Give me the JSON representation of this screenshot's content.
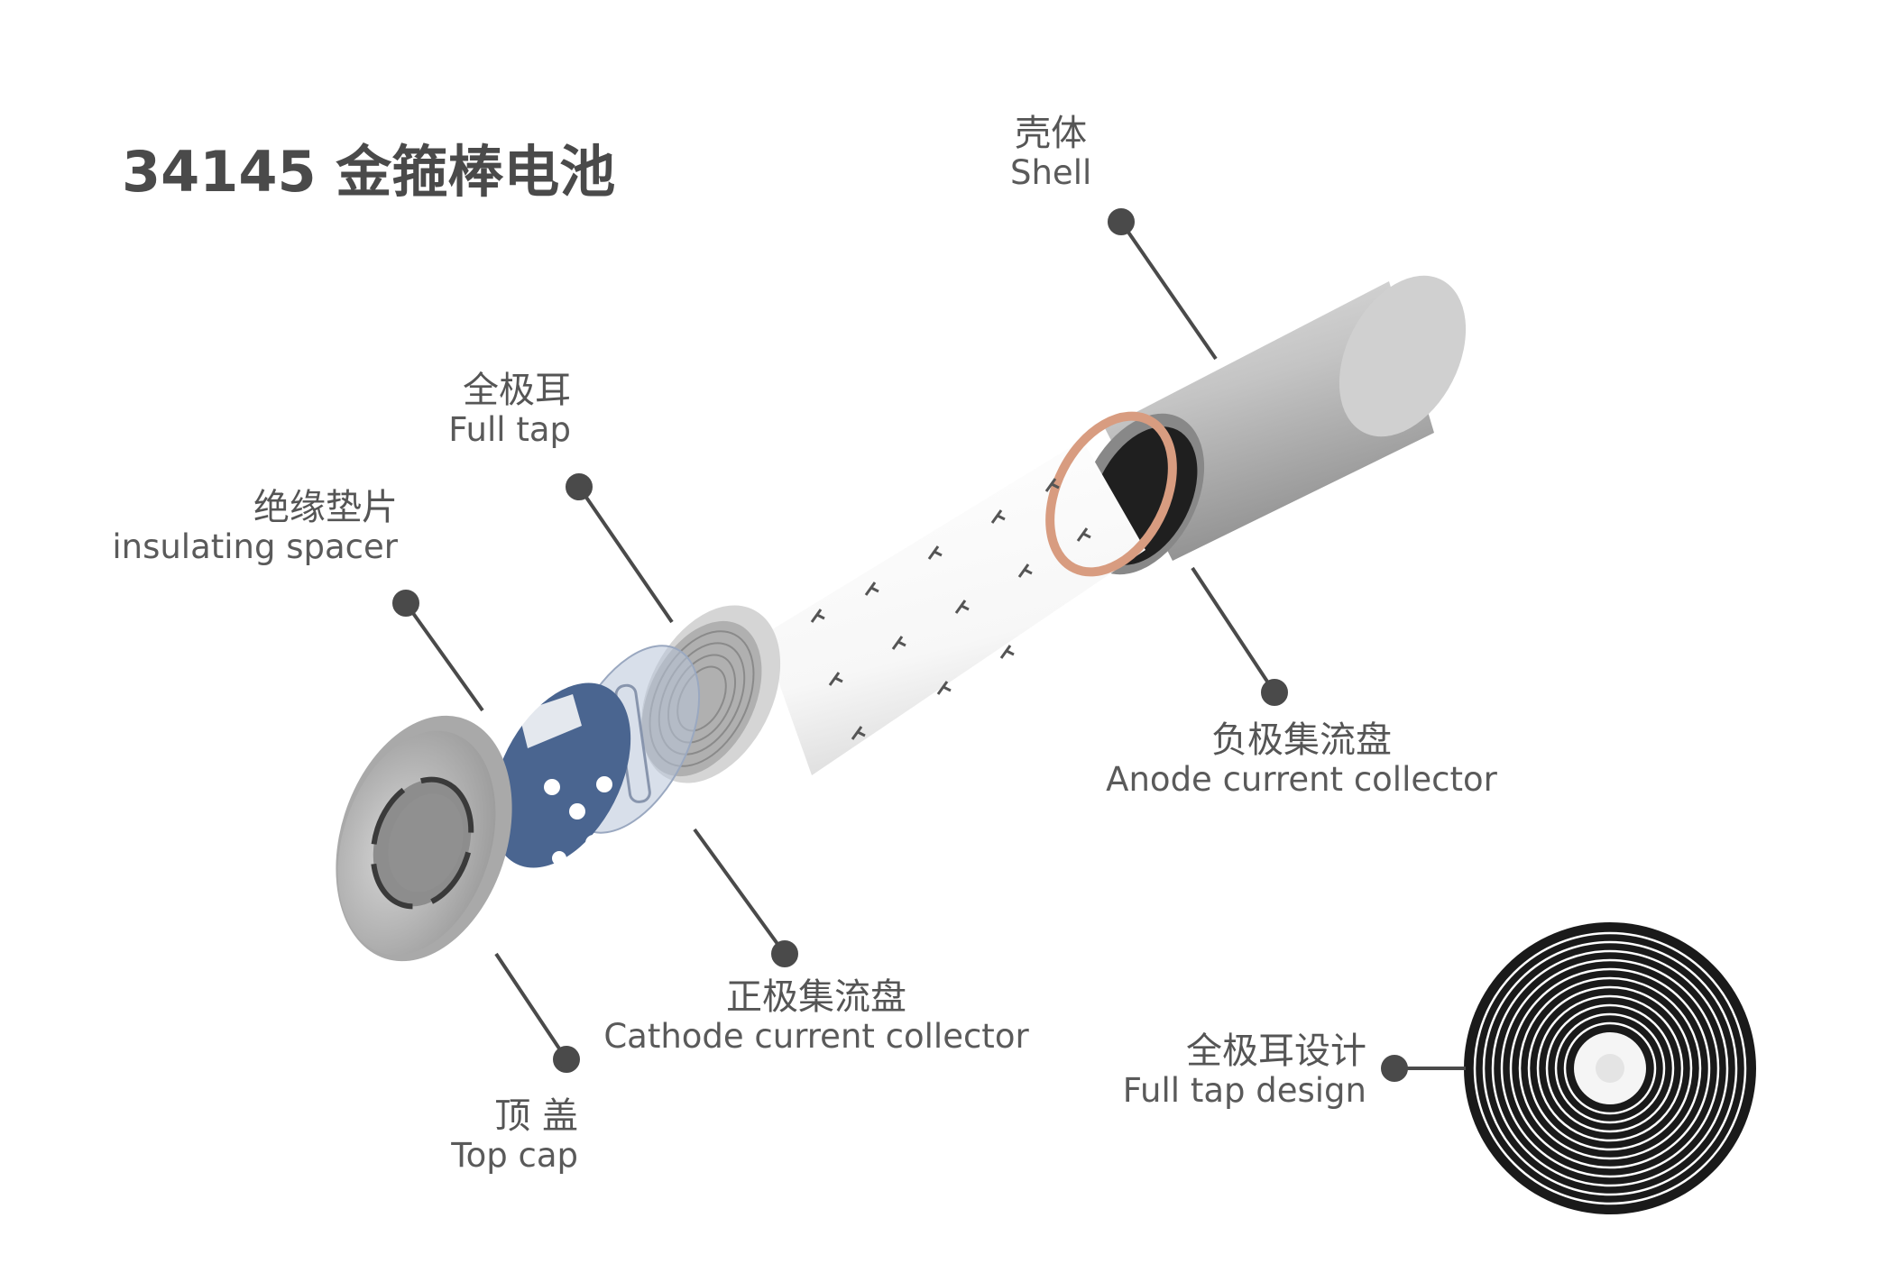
{
  "title": "34145 金箍棒电池",
  "labels": {
    "shell": {
      "zh": "壳体",
      "en": "Shell"
    },
    "full_tap": {
      "zh": "全极耳",
      "en": "Full tap"
    },
    "spacer": {
      "zh": "绝缘垫片",
      "en": "insulating spacer"
    },
    "anode": {
      "zh": "负极集流盘",
      "en": "Anode current collector"
    },
    "cathode": {
      "zh": "正极集流盘",
      "en": "Cathode current collector"
    },
    "top_cap": {
      "zh": "顶 盖",
      "en": "Top cap"
    },
    "design": {
      "zh": "全极耳设计",
      "en": "Full tap design"
    }
  },
  "colors": {
    "text": "#555555",
    "leader": "#4a4a4a",
    "spacer_blue": "#4a6590",
    "copper": "#d89c80",
    "metal": "#b8b8b8"
  }
}
